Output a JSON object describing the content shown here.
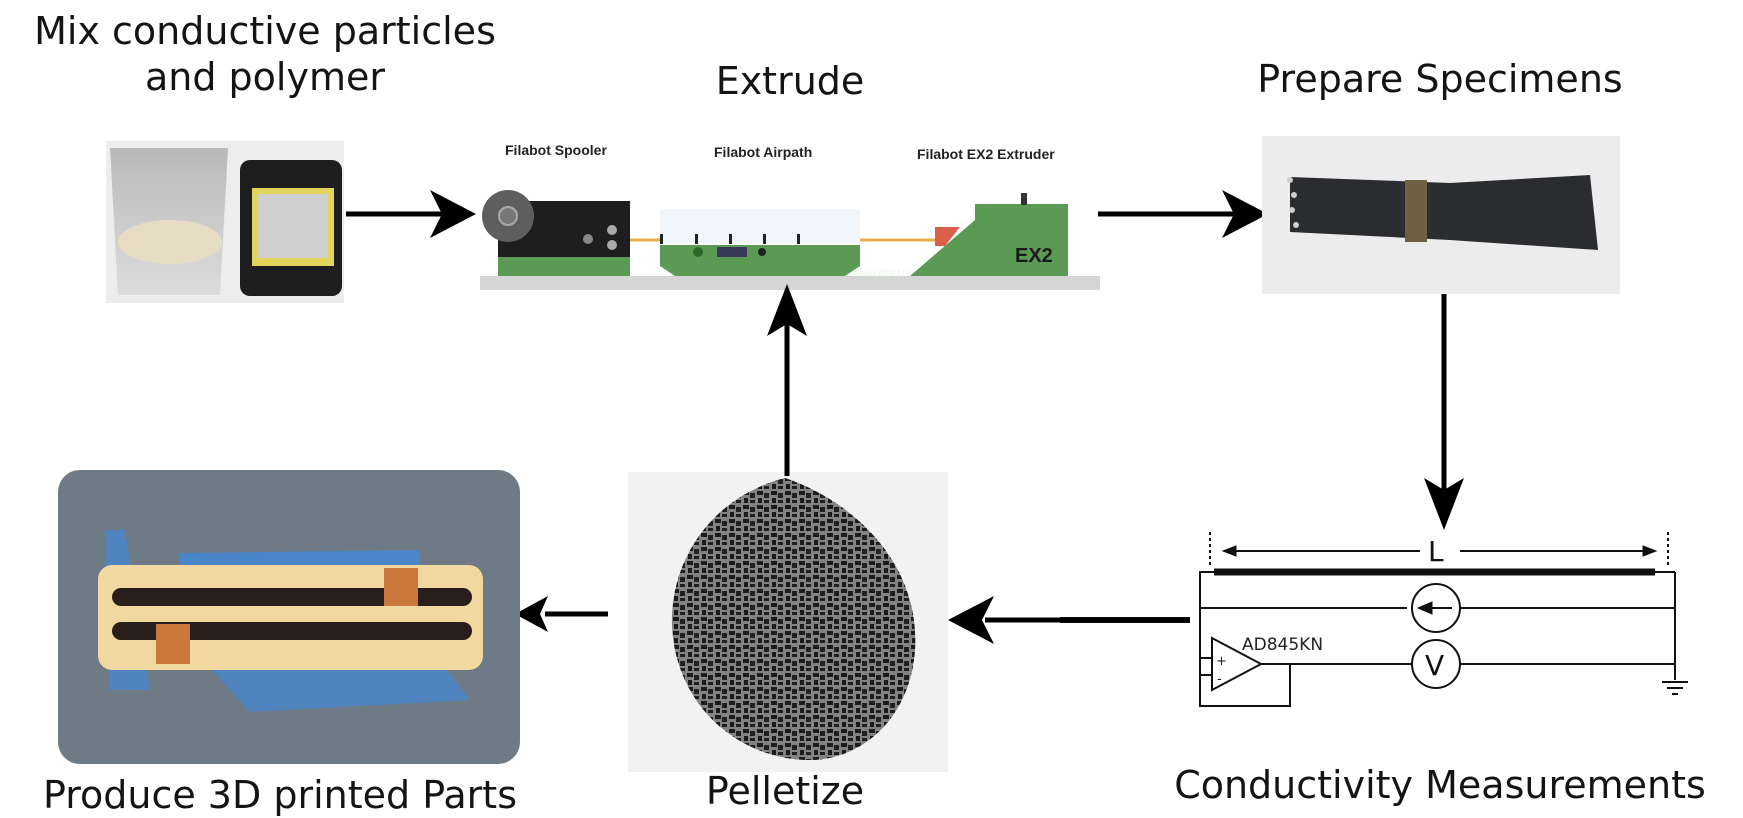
{
  "steps": {
    "mix": {
      "title_line1": "Mix conductive particles",
      "title_line2": "and polymer"
    },
    "extrude": {
      "title": "Extrude",
      "machines": [
        {
          "label": "Filabot Spooler"
        },
        {
          "label": "Filabot Airpath"
        },
        {
          "label": "Filabot EX2 Extruder"
        }
      ],
      "extruder_logo": "EX2",
      "airpath_brand": "filabot AIRPATH"
    },
    "prepare": {
      "title": "Prepare Specimens"
    },
    "conductivity": {
      "title": "Conductivity Measurements",
      "length_label": "L",
      "opamp_label": "AD845KN",
      "voltmeter_symbol": "V",
      "opamp_plus": "+",
      "opamp_minus": "-"
    },
    "pelletize": {
      "title": "Pelletize"
    },
    "produce": {
      "title": "Produce 3D printed Parts"
    }
  },
  "colors": {
    "machine_green": "#5a9a55",
    "filament": "#e3b14a",
    "extruder_nozzle": "#d9604a",
    "tape_blue": "#4a86c8",
    "copper": "#c8783a",
    "part_cream": "#f0d8a0",
    "background_gray": "#6e7a86"
  }
}
